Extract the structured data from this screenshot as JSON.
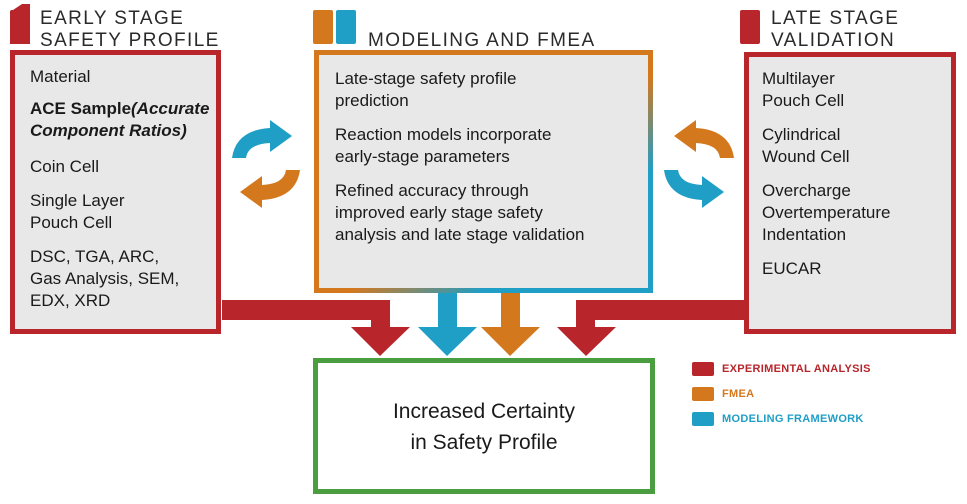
{
  "colors": {
    "experimental": "#b8262b",
    "fmea": "#d4781e",
    "modeling": "#1f9ec6",
    "outcome_border": "#4a9e3f",
    "box_fill": "#e8e8e8"
  },
  "left_panel": {
    "title": "EARLY STAGE\nSAFETY PROFILE",
    "items": [
      "Material",
      "ACE Sample",
      "(Accurate\nComponent Ratios)",
      "Coin Cell",
      "Single Layer\nPouch Cell",
      "DSC, TGA, ARC,\nGas Analysis, SEM,\nEDX, XRD"
    ]
  },
  "center_panel": {
    "title": "MODELING AND FMEA",
    "items": [
      "Late-stage safety profile\nprediction",
      "Reaction models incorporate\nearly-stage parameters",
      "Refined accuracy through\nimproved early stage safety\nanalysis and late stage validation"
    ]
  },
  "right_panel": {
    "title": "LATE STAGE\nVALIDATION",
    "items": [
      "Multilayer\nPouch Cell",
      "Cylindrical\nWound Cell",
      "Overcharge\nOvertemperature\nIndentation",
      "EUCAR"
    ]
  },
  "outcome": {
    "text": "Increased Certainty\nin Safety Profile"
  },
  "legend": [
    {
      "label": "EXPERIMENTAL ANALYSIS",
      "color": "#b8262b"
    },
    {
      "label": "FMEA",
      "color": "#d4781e"
    },
    {
      "label": "MODELING FRAMEWORK",
      "color": "#1f9ec6"
    }
  ]
}
